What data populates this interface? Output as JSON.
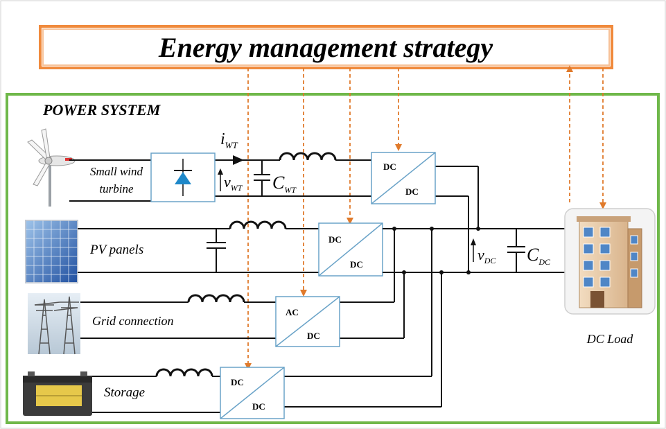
{
  "title": "Energy management strategy",
  "system_label": "POWER SYSTEM",
  "sources": {
    "wind": "Small wind\nturbine",
    "wind_line1": "Small wind",
    "wind_line2": "turbine",
    "pv": "PV panels",
    "grid": "Grid connection",
    "storage": "Storage"
  },
  "load_label": "DC Load",
  "converters": {
    "wind_dcdc": {
      "in": "DC",
      "out": "DC"
    },
    "pv_dcdc": {
      "in": "DC",
      "out": "DC"
    },
    "grid_acdc": {
      "in": "AC",
      "out": "DC"
    },
    "storage_dcdc": {
      "in": "DC",
      "out": "DC"
    }
  },
  "symbols": {
    "i_wt": "i",
    "i_wt_sub": "WT",
    "v_wt": "v",
    "v_wt_sub": "WT",
    "c_wt": "C",
    "c_wt_sub": "WT",
    "v_dc": "v",
    "v_dc_sub": "DC",
    "c_dc": "C",
    "c_dc_sub": "DC"
  },
  "colors": {
    "title_border": "#f08a3c",
    "system_border": "#6fb84a",
    "control_lines": "#e07a2b",
    "converter_border": "#6aa3c8",
    "diode": "#1e88c9"
  },
  "icons": [
    "wind-turbine-icon",
    "solar-panel-icon",
    "power-pylon-icon",
    "battery-icon",
    "building-icon"
  ]
}
